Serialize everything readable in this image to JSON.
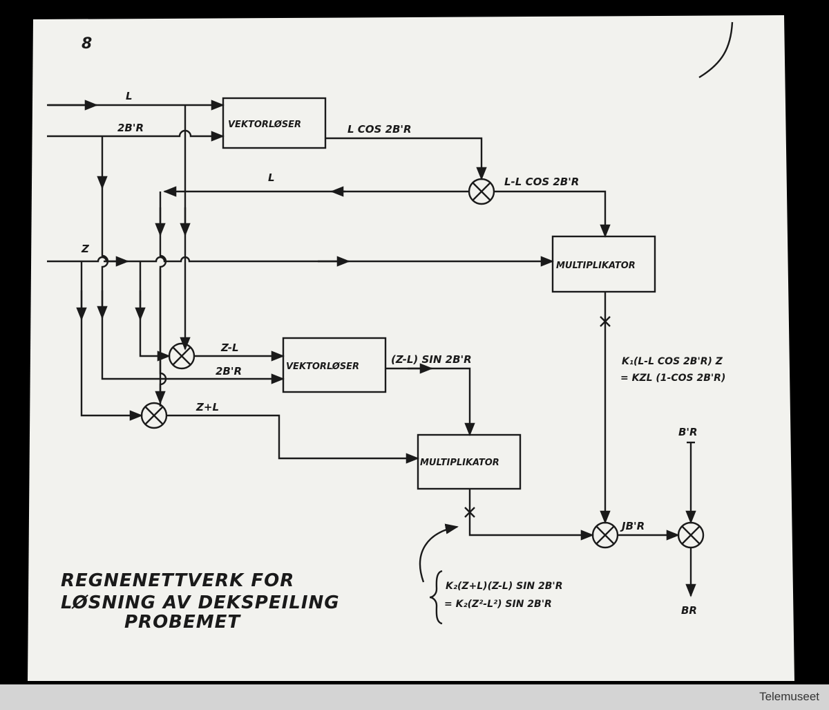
{
  "slide_number": "8",
  "title_lines": [
    "REGNENETTVERK FOR",
    "LØSNING AV DEKSPEILING",
    "PROBEMET"
  ],
  "boxes": {
    "vektorloser_1": "VEKTORLØSER",
    "vektorloser_2": "VEKTORLØSER",
    "multiplikator_1": "MULTIPLIKATOR",
    "multiplikator_2": "MULTIPLIKATOR"
  },
  "signals": {
    "input_l": "L",
    "input_2br": "2B'R",
    "l_cos": "L COS 2B'R",
    "l_feedback": "L",
    "l_minus_lcos": "L-L COS 2B'R",
    "input_z": "Z",
    "z_minus_l": "Z-L",
    "br2_lower": "2B'R",
    "z_minus_l_sin": "(Z-L) SIN 2B'R",
    "z_plus_l": "Z+L",
    "jbr": "JB'R",
    "br_input": "B'R",
    "br_output": "BR"
  },
  "formulas": {
    "k1_line1": "K₁(L-L COS 2B'R) Z",
    "k1_line2": "= KZL (1-COS 2B'R)",
    "k2_line1": "K₂(Z+L)(Z-L) SIN 2B'R",
    "k2_line2": "= K₂(Z²-L²) SIN 2B'R"
  },
  "credit": "Telemuseet"
}
